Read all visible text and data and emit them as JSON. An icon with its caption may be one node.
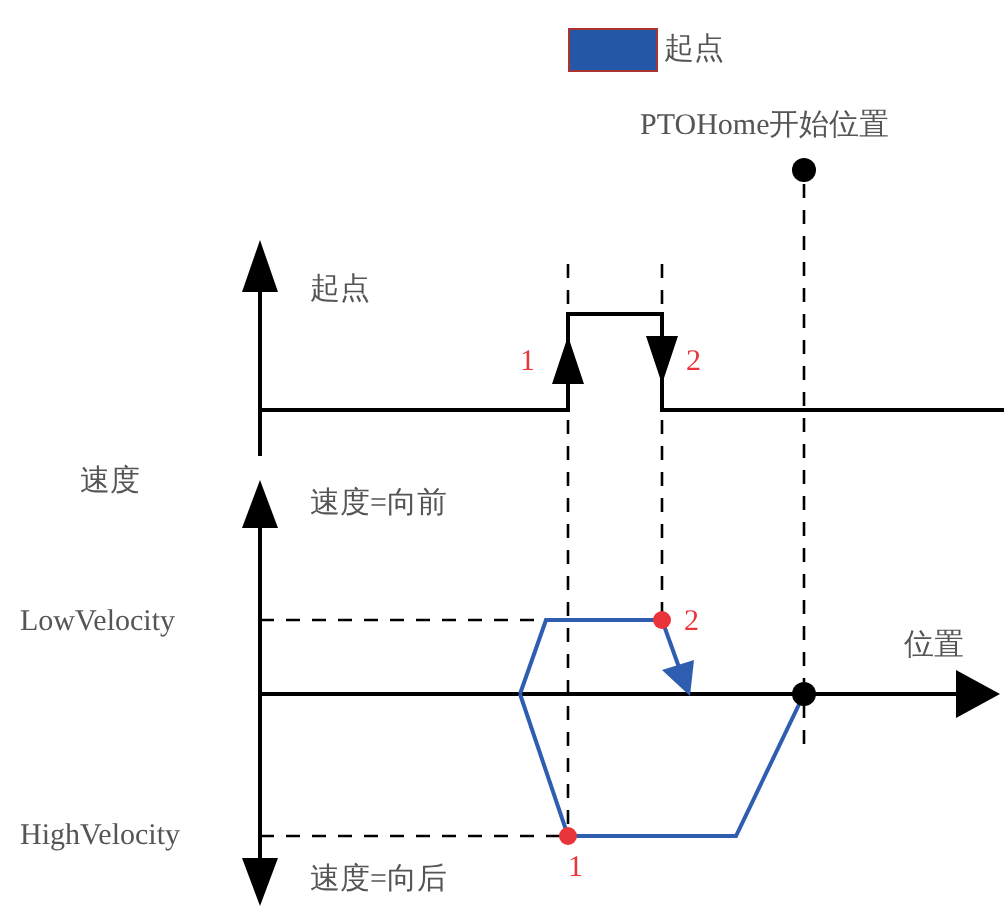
{
  "diagram": {
    "labels": [
      "PTOHome开始位置",
      "起点",
      "1",
      "2",
      "速度",
      "速度=向前",
      "LowVelocity",
      "2",
      "位置",
      "HighVelocity",
      "1",
      "速度=向后"
    ],
    "legend": [
      {
        "text": "起点",
        "color": "#2457a5"
      }
    ]
  }
}
